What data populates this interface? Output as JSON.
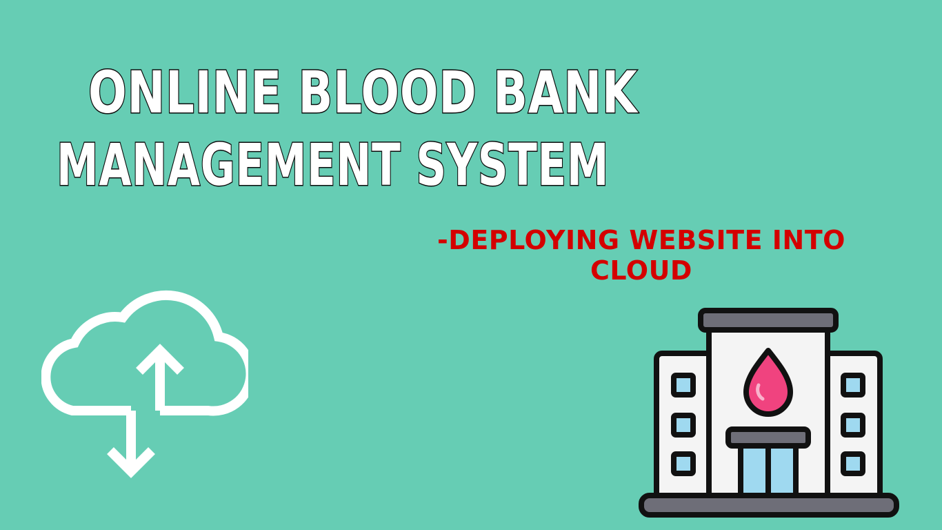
{
  "title": {
    "line1": "ONLINE BLOOD BANK",
    "line2": "MANAGEMENT SYSTEM"
  },
  "subtitle": {
    "line1": "-DEPLOYING WEBSITE INTO",
    "line2": "CLOUD"
  },
  "colors": {
    "background": "#66CDB4",
    "title_fill": "#FFFFFF",
    "title_outline": "#0B0B0B",
    "subtitle": "#D40000",
    "blood_drop": "#F0437F",
    "windows": "#9FD9F0"
  },
  "icons": {
    "cloud": "cloud-upload-download-icon",
    "building": "blood-bank-building-icon"
  }
}
